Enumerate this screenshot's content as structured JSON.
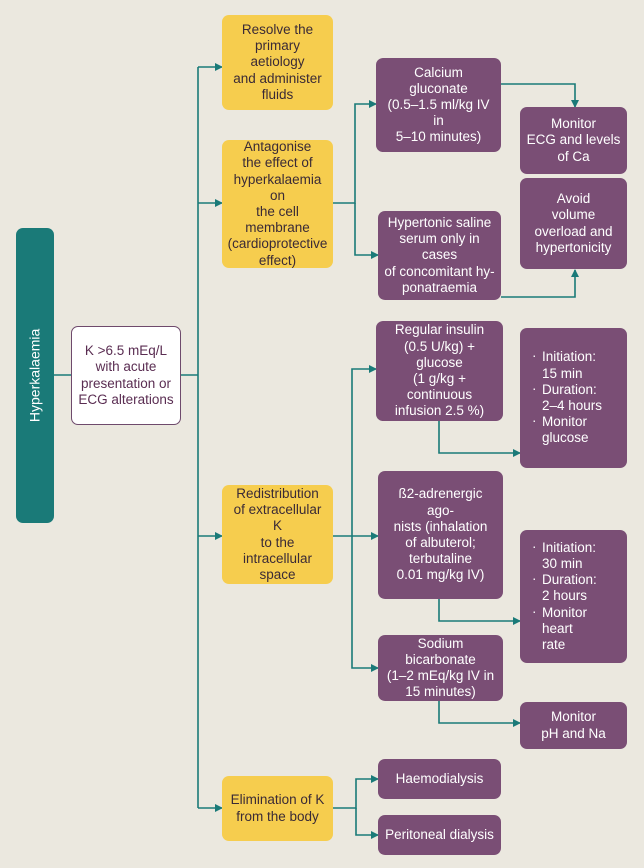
{
  "colors": {
    "background": "#ebe8df",
    "root": "#1a7a78",
    "action": "#f6cd4e",
    "treatment": "#7a4e75",
    "connector": "#1a7a78"
  },
  "root": {
    "label": "Hyperkalaemia"
  },
  "condition": {
    "label": "K >6.5 mEq/L\nwith acute\npresentation or\nECG alterations"
  },
  "actions": {
    "resolve": "Resolve the\nprimary aetiology\nand administer\nfluids",
    "antagonise": "Antagonise\nthe effect of\nhyperkalaemia on\nthe cell membrane\n(cardioprotective\neffect)",
    "redistribution": "Redistribution\nof extracellular K\nto the intracellular\nspace",
    "elimination": "Elimination of K\nfrom the body"
  },
  "treatments": {
    "calcium": "Calcium\ngluconate\n(0.5–1.5 ml/kg IV in\n5–10 minutes)",
    "saline": "Hypertonic saline\nserum only in cases\nof concomitant hy-\nponatraemia",
    "insulin": "Regular insulin\n(0.5 U/kg) + glucose\n(1 g/kg + continuous\ninfusion 2.5 %)",
    "beta2": "ß2-adrenergic ago-\nnists (inhalation\nof albuterol;\nterbutaline\n0.01 mg/kg IV)",
    "bicarbonate": "Sodium bicarbonate\n(1–2 mEq/kg IV in\n15 minutes)",
    "haemodialysis": "Haemodialysis",
    "peritoneal": "Peritoneal dialysis"
  },
  "monitoring": {
    "calcium": "Monitor\nECG and levels\nof Ca",
    "saline": "Avoid\nvolume\noverload and\nhypertonicity",
    "insulin": [
      "Initiation:\n15 min",
      "Duration:\n2–4 hours",
      "Monitor\nglucose"
    ],
    "beta2": [
      "Initiation:\n30 min",
      "Duration:\n2 hours",
      "Monitor heart\nrate"
    ],
    "bicarbonate": "Monitor\npH and Na"
  }
}
